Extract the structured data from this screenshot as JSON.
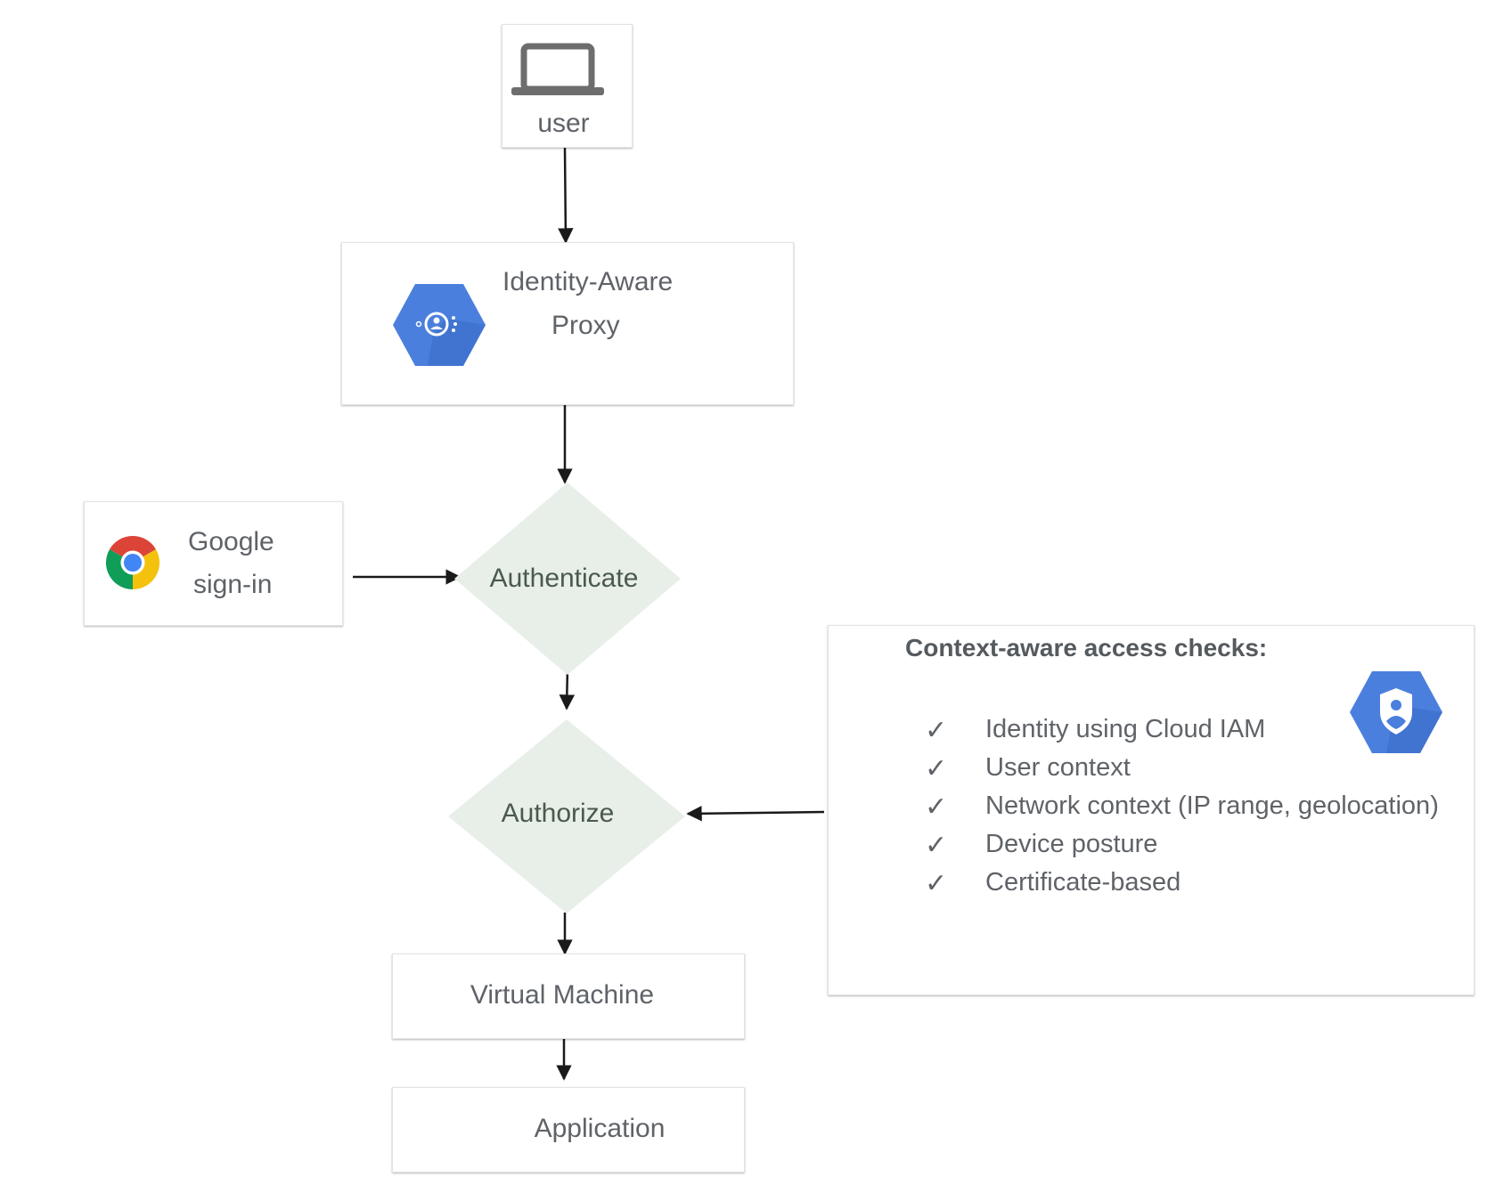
{
  "nodes": {
    "user": {
      "label": "user",
      "icon": "laptop-icon"
    },
    "iap": {
      "label_line1": "Identity-Aware",
      "label_line2": "Proxy",
      "icon": "identity-aware-proxy-icon",
      "icon_color": "#4a7fdd"
    },
    "google_signin": {
      "label_line1": "Google",
      "label_line2": "sign-in",
      "icon": "chrome-icon"
    },
    "authenticate": {
      "label": "Authenticate"
    },
    "authorize": {
      "label": "Authorize"
    },
    "vm": {
      "label": "Virtual Machine"
    },
    "application": {
      "label": "Application"
    }
  },
  "context_checks": {
    "title": "Context-aware access checks:",
    "icon": "security-shield-icon",
    "check_symbol": "✓",
    "items": [
      "Identity using Cloud IAM",
      "User context",
      "Network context (IP range, geolocation)",
      "Device posture",
      "Certificate-based"
    ]
  },
  "colors": {
    "diamond_fill": "#e8efe9",
    "gcp_blue": "#4a7fdd",
    "arrow": "#1a1a1a"
  }
}
